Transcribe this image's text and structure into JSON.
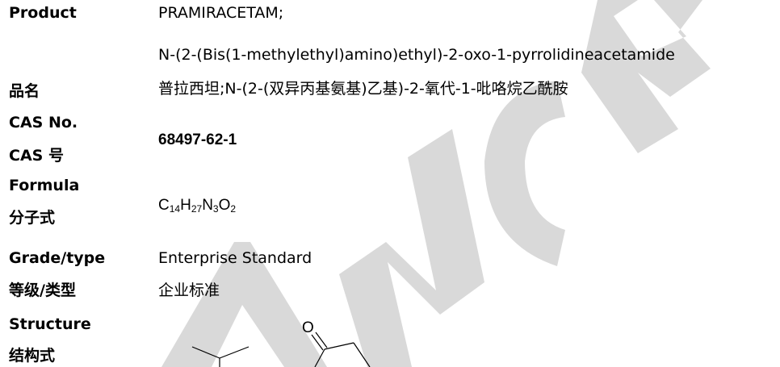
{
  "watermark": {
    "text": "ANCE",
    "color": "#d9d9d9"
  },
  "product": {
    "label": "Product",
    "name_line1": "PRAMIRACETAM;",
    "name_line2": "N-(2-(Bis(1-methylethyl)amino)ethyl)-2-oxo-1-pyrrolidineacetamide"
  },
  "product_cn": {
    "label": "品名",
    "value": "普拉西坦;N-(2-(双异丙基氨基)乙基)-2-氧代-1-吡咯烷乙酰胺"
  },
  "cas": {
    "label_en": "CAS No.",
    "label_cn": "CAS  号",
    "value": "68497-62-1"
  },
  "formula": {
    "label_en": "Formula",
    "label_cn": "分子式",
    "parts": [
      {
        "el": "C",
        "n": "14"
      },
      {
        "el": "H",
        "n": "27"
      },
      {
        "el": "N",
        "n": "3"
      },
      {
        "el": "O",
        "n": "2"
      }
    ]
  },
  "grade": {
    "label_en": "Grade/type",
    "label_cn": "等级/类型",
    "value_en": "Enterprise Standard",
    "value_cn": "企业标准"
  },
  "structure": {
    "label_en": "Structure",
    "label_cn": "结构式",
    "atom_oxygen": "O"
  }
}
